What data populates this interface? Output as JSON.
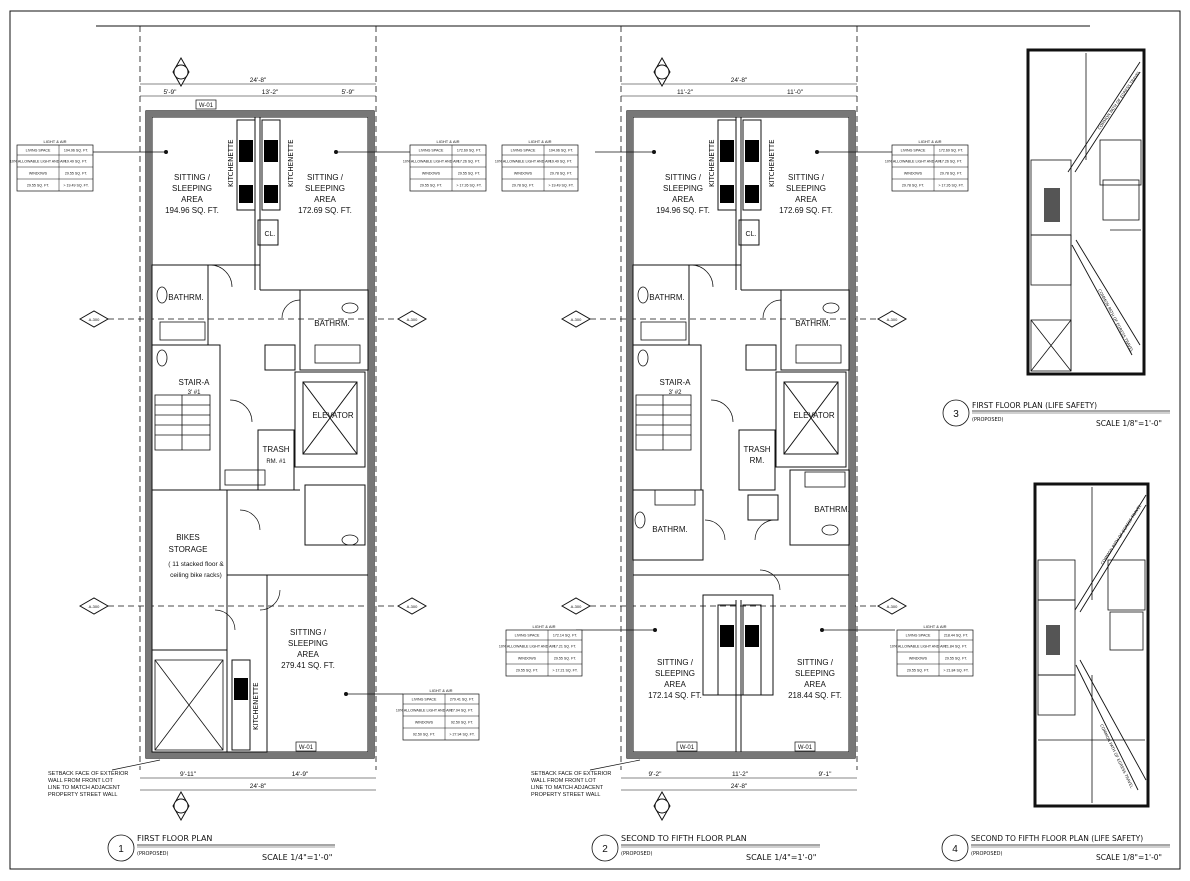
{
  "plans": [
    {
      "number": "1",
      "title": "FIRST FLOOR PLAN",
      "subtitle": "(PROPOSED)",
      "scale": "SCALE 1/4\"=1'-0\"",
      "rooms": {
        "sitting_left": [
          "SITTING /",
          "SLEEPING",
          "AREA",
          "194.96 SQ. FT."
        ],
        "sitting_right": [
          "SITTING /",
          "SLEEPING",
          "AREA",
          "172.69 SQ. FT."
        ],
        "kitchenette_a": "KITCHENETTE",
        "kitchenette_b": "KITCHENETTE",
        "bathroom_left": "BATHRM.",
        "bathroom_right": "BATHRM.",
        "stair": [
          "STAIR-A",
          "3' #1"
        ],
        "elevator": "ELEVATOR",
        "trash": [
          "TRASH",
          "RM. #1"
        ],
        "bikes": [
          "BIKES",
          "STORAGE",
          "( 11 stacked floor &",
          "ceiling bike racks)"
        ],
        "sitting_bottom": [
          "SITTING /",
          "SLEEPING",
          "AREA",
          "279.41 SQ. FT."
        ],
        "kitchenette_bottom": "KITCHENETTE",
        "closet": "CL."
      },
      "tables": [
        {
          "rows": [
            [
              "LIVING SPACE",
              "194.96 SQ. FT."
            ],
            [
              "10% ALLOWABLE LIGHT AND AIR",
              "19.49 SQ. FT."
            ],
            [
              "WINDOWS",
              "29.55 SQ. FT."
            ],
            [
              "29.55 SQ. FT.",
              "> 19.49 SQ. FT."
            ]
          ]
        },
        {
          "rows": [
            [
              "LIVING SPACE",
              "172.69 SQ. FT."
            ],
            [
              "10% ALLOWABLE LIGHT AND AIR",
              "17.26 SQ. FT."
            ],
            [
              "WINDOWS",
              "29.55 SQ. FT."
            ],
            [
              "29.55 SQ. FT.",
              "> 17.26 SQ. FT."
            ]
          ]
        },
        {
          "rows": [
            [
              "LIVING SPACE",
              "279.41 SQ. FT."
            ],
            [
              "10% ALLOWABLE LIGHT AND AIR",
              "27.94 SQ. FT."
            ],
            [
              "WINDOWS",
              "92.50 SQ. FT."
            ],
            [
              "92.50 SQ. FT.",
              "> 27.94 SQ. FT."
            ]
          ]
        }
      ],
      "note": [
        "SETBACK FACE OF EXTERIOR",
        "WALL FROM FRONT LOT",
        "LINE TO MATCH ADJACENT",
        "PROPERTY STREET WALL"
      ],
      "dims_top": [
        "24'-8\"",
        "5'-9\"",
        "13'-2\"",
        "5'-9\""
      ],
      "dims_bottom": [
        "24'-8\"",
        "9'-11\"",
        "14'-9\""
      ],
      "tag_window": "W-01",
      "section_tag": "A-300"
    },
    {
      "number": "2",
      "title": "SECOND TO FIFTH FLOOR PLAN",
      "subtitle": "(PROPOSED)",
      "scale": "SCALE 1/4\"=1'-0\"",
      "rooms": {
        "sitting_left": [
          "SITTING /",
          "SLEEPING",
          "AREA",
          "194.96 SQ. FT."
        ],
        "sitting_right": [
          "SITTING /",
          "SLEEPING",
          "AREA",
          "172.69 SQ. FT."
        ],
        "kitchenette_a": "KITCHENETTE",
        "kitchenette_b": "KITCHENETTE",
        "bathroom_left": "BATHRM.",
        "bathroom_right": "BATHRM.",
        "bathroom_mid_left": "BATHRM.",
        "bathroom_mid_right": "BATHRM.",
        "stair": [
          "STAIR-A",
          "3' #2"
        ],
        "elevator": "ELEVATOR",
        "trash": [
          "TRASH",
          "RM."
        ],
        "sitting_bottom_left": [
          "SITTING /",
          "SLEEPING",
          "AREA",
          "172.14 SQ. FT."
        ],
        "sitting_bottom_right": [
          "SITTING /",
          "SLEEPING",
          "AREA",
          "218.44 SQ. FT."
        ],
        "closet": "CL."
      },
      "tables": [
        {
          "rows": [
            [
              "LIVING SPACE",
              "194.96 SQ. FT."
            ],
            [
              "10% ALLOWABLE LIGHT AND AIR",
              "19.49 SQ. FT."
            ],
            [
              "WINDOWS",
              "29.78 SQ. FT."
            ],
            [
              "29.78 SQ. FT.",
              "> 19.49 SQ. FT."
            ]
          ]
        },
        {
          "rows": [
            [
              "LIVING SPACE",
              "172.69 SQ. FT."
            ],
            [
              "10% ALLOWABLE LIGHT AND AIR",
              "17.26 SQ. FT."
            ],
            [
              "WINDOWS",
              "29.78 SQ. FT."
            ],
            [
              "29.78 SQ. FT.",
              "> 17.26 SQ. FT."
            ]
          ]
        },
        {
          "rows": [
            [
              "LIVING SPACE",
              "172.14 SQ. FT."
            ],
            [
              "10% ALLOWABLE LIGHT AND AIR",
              "17.21 SQ. FT."
            ],
            [
              "WINDOWS",
              "29.55 SQ. FT."
            ],
            [
              "29.55 SQ. FT.",
              "> 17.21 SQ. FT."
            ]
          ]
        },
        {
          "rows": [
            [
              "LIVING SPACE",
              "218.44 SQ. FT."
            ],
            [
              "10% ALLOWABLE LIGHT AND AIR",
              "21.84 SQ. FT."
            ],
            [
              "WINDOWS",
              "29.55 SQ. FT."
            ],
            [
              "29.55 SQ. FT.",
              "> 21.84 SQ. FT."
            ]
          ]
        }
      ],
      "note": [
        "SETBACK FACE OF EXTERIOR",
        "WALL FROM FRONT LOT",
        "LINE TO MATCH ADJACENT",
        "PROPERTY STREET WALL"
      ],
      "dims_top": [
        "24'-8\"",
        "11'-2\"",
        "11'-0\""
      ],
      "dims_bottom": [
        "24'-8\"",
        "9'-2\"",
        "11'-2\"",
        "9'-1\""
      ],
      "tag_window": "W-01",
      "section_tag": "A-300"
    },
    {
      "number": "3",
      "title": "FIRST FLOOR PLAN (LIFE SAFETY)",
      "subtitle": "(PROPOSED)",
      "scale": "SCALE 1/8\"=1'-0\"",
      "path_label": "COMMON PATH OF EGRESS TRAVEL"
    },
    {
      "number": "4",
      "title": "SECOND TO FIFTH FLOOR PLAN (LIFE SAFETY)",
      "subtitle": "(PROPOSED)",
      "scale": "SCALE 1/8\"=1'-0\"",
      "path_label": "COMMON PATH OF EGRESS TRAVEL"
    }
  ],
  "table_header": "LIGHT & AIR",
  "colors": {
    "ink": "#111111",
    "wall": "#555555",
    "fill": "#000000",
    "paper": "#ffffff"
  }
}
